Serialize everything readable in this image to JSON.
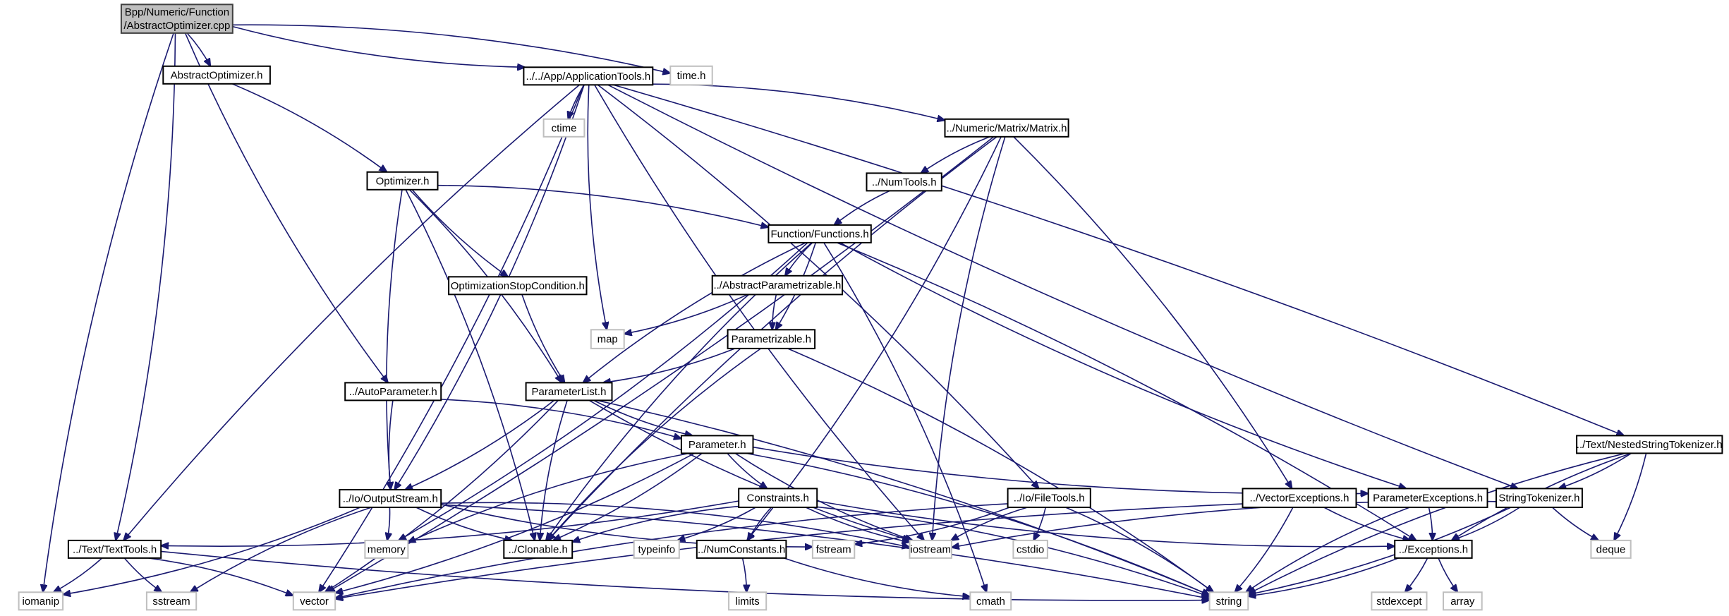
{
  "graph": {
    "title": "Include dependency graph for AbstractOptimizer.cpp",
    "colors": {
      "edge": "#191970",
      "root_fill": "#bfbfbf",
      "root_border": "#404040",
      "local_border": "#000000",
      "system_border": "#bfbfbf",
      "node_fill": "#ffffff"
    },
    "nodes": [
      {
        "id": "root",
        "label": [
          "Bpp/Numeric/Function",
          "/AbstractOptimizer.cpp"
        ],
        "kind": "root"
      },
      {
        "id": "absopt",
        "label": [
          "AbstractOptimizer.h"
        ],
        "kind": "local"
      },
      {
        "id": "apptools",
        "label": [
          "../../App/ApplicationTools.h"
        ],
        "kind": "local"
      },
      {
        "id": "timeh",
        "label": [
          "time.h"
        ],
        "kind": "system"
      },
      {
        "id": "ctime",
        "label": [
          "ctime"
        ],
        "kind": "system"
      },
      {
        "id": "matrix",
        "label": [
          "../Numeric/Matrix/Matrix.h"
        ],
        "kind": "local"
      },
      {
        "id": "numtools",
        "label": [
          "../NumTools.h"
        ],
        "kind": "local"
      },
      {
        "id": "optimizer",
        "label": [
          "Optimizer.h"
        ],
        "kind": "local"
      },
      {
        "id": "functions",
        "label": [
          "Function/Functions.h"
        ],
        "kind": "local"
      },
      {
        "id": "absparam",
        "label": [
          "../AbstractParametrizable.h"
        ],
        "kind": "local"
      },
      {
        "id": "optstop",
        "label": [
          "OptimizationStopCondition.h"
        ],
        "kind": "local"
      },
      {
        "id": "map",
        "label": [
          "map"
        ],
        "kind": "system"
      },
      {
        "id": "parametrizable",
        "label": [
          "Parametrizable.h"
        ],
        "kind": "local"
      },
      {
        "id": "autoparam",
        "label": [
          "../AutoParameter.h"
        ],
        "kind": "local"
      },
      {
        "id": "paramlist",
        "label": [
          "ParameterList.h"
        ],
        "kind": "local"
      },
      {
        "id": "parameter",
        "label": [
          "Parameter.h"
        ],
        "kind": "local"
      },
      {
        "id": "nested",
        "label": [
          "../Text/NestedStringTokenizer.h"
        ],
        "kind": "local"
      },
      {
        "id": "outstream",
        "label": [
          "../Io/OutputStream.h"
        ],
        "kind": "local"
      },
      {
        "id": "constraints",
        "label": [
          "Constraints.h"
        ],
        "kind": "local"
      },
      {
        "id": "filetools",
        "label": [
          "../Io/FileTools.h"
        ],
        "kind": "local"
      },
      {
        "id": "vecexc",
        "label": [
          "../VectorExceptions.h"
        ],
        "kind": "local"
      },
      {
        "id": "paramexc",
        "label": [
          "ParameterExceptions.h"
        ],
        "kind": "local"
      },
      {
        "id": "strtok",
        "label": [
          "StringTokenizer.h"
        ],
        "kind": "local"
      },
      {
        "id": "texttools",
        "label": [
          "../Text/TextTools.h"
        ],
        "kind": "local"
      },
      {
        "id": "memory",
        "label": [
          "memory"
        ],
        "kind": "system"
      },
      {
        "id": "clonable",
        "label": [
          "../Clonable.h"
        ],
        "kind": "local"
      },
      {
        "id": "typeinfo",
        "label": [
          "typeinfo"
        ],
        "kind": "system"
      },
      {
        "id": "numconst",
        "label": [
          "../NumConstants.h"
        ],
        "kind": "local"
      },
      {
        "id": "fstream",
        "label": [
          "fstream"
        ],
        "kind": "system"
      },
      {
        "id": "iostream",
        "label": [
          "iostream"
        ],
        "kind": "system"
      },
      {
        "id": "cstdio",
        "label": [
          "cstdio"
        ],
        "kind": "system"
      },
      {
        "id": "exceptions",
        "label": [
          "../Exceptions.h"
        ],
        "kind": "local"
      },
      {
        "id": "deque",
        "label": [
          "deque"
        ],
        "kind": "system"
      },
      {
        "id": "iomanip",
        "label": [
          "iomanip"
        ],
        "kind": "system"
      },
      {
        "id": "sstream",
        "label": [
          "sstream"
        ],
        "kind": "system"
      },
      {
        "id": "vector",
        "label": [
          "vector"
        ],
        "kind": "system"
      },
      {
        "id": "limits",
        "label": [
          "limits"
        ],
        "kind": "system"
      },
      {
        "id": "cmath",
        "label": [
          "cmath"
        ],
        "kind": "system"
      },
      {
        "id": "string",
        "label": [
          "string"
        ],
        "kind": "system"
      },
      {
        "id": "stdexcept",
        "label": [
          "stdexcept"
        ],
        "kind": "system"
      },
      {
        "id": "array",
        "label": [
          "array"
        ],
        "kind": "system"
      }
    ],
    "edges": [
      [
        "root",
        "absopt"
      ],
      [
        "root",
        "apptools"
      ],
      [
        "root",
        "timeh"
      ],
      [
        "root",
        "autoparam"
      ],
      [
        "root",
        "texttools"
      ],
      [
        "root",
        "iomanip"
      ],
      [
        "absopt",
        "optimizer"
      ],
      [
        "apptools",
        "ctime"
      ],
      [
        "apptools",
        "matrix"
      ],
      [
        "apptools",
        "map"
      ],
      [
        "apptools",
        "outstream"
      ],
      [
        "apptools",
        "texttools"
      ],
      [
        "apptools",
        "vector"
      ],
      [
        "apptools",
        "iostream"
      ],
      [
        "apptools",
        "filetools"
      ],
      [
        "apptools",
        "strtok"
      ],
      [
        "apptools",
        "nested"
      ],
      [
        "matrix",
        "numtools"
      ],
      [
        "matrix",
        "vector"
      ],
      [
        "matrix",
        "clonable"
      ],
      [
        "matrix",
        "numconst"
      ],
      [
        "matrix",
        "iostream"
      ],
      [
        "matrix",
        "vecexc"
      ],
      [
        "numtools",
        "functions"
      ],
      [
        "optimizer",
        "functions"
      ],
      [
        "optimizer",
        "optstop"
      ],
      [
        "optimizer",
        "paramlist"
      ],
      [
        "optimizer",
        "outstream"
      ],
      [
        "optimizer",
        "clonable"
      ],
      [
        "functions",
        "absparam"
      ],
      [
        "functions",
        "parametrizable"
      ],
      [
        "functions",
        "paramlist"
      ],
      [
        "functions",
        "memory"
      ],
      [
        "functions",
        "clonable"
      ],
      [
        "functions",
        "cmath"
      ],
      [
        "functions",
        "paramexc"
      ],
      [
        "functions",
        "exceptions"
      ],
      [
        "absparam",
        "parametrizable"
      ],
      [
        "absparam",
        "map"
      ],
      [
        "optstop",
        "paramlist"
      ],
      [
        "parametrizable",
        "paramlist"
      ],
      [
        "parametrizable",
        "clonable"
      ],
      [
        "parametrizable",
        "string"
      ],
      [
        "autoparam",
        "outstream"
      ],
      [
        "autoparam",
        "parameter"
      ],
      [
        "paramlist",
        "parameter"
      ],
      [
        "paramlist",
        "outstream"
      ],
      [
        "paramlist",
        "clonable"
      ],
      [
        "paramlist",
        "vector"
      ],
      [
        "paramlist",
        "iostream"
      ],
      [
        "paramlist",
        "string"
      ],
      [
        "parameter",
        "constraints"
      ],
      [
        "parameter",
        "clonable"
      ],
      [
        "parameter",
        "memory"
      ],
      [
        "parameter",
        "vector"
      ],
      [
        "parameter",
        "iostream"
      ],
      [
        "parameter",
        "string"
      ],
      [
        "parameter",
        "paramexc"
      ],
      [
        "nested",
        "strtok"
      ],
      [
        "nested",
        "exceptions"
      ],
      [
        "nested",
        "deque"
      ],
      [
        "nested",
        "string"
      ],
      [
        "outstream",
        "memory"
      ],
      [
        "outstream",
        "clonable"
      ],
      [
        "outstream",
        "iomanip"
      ],
      [
        "outstream",
        "sstream"
      ],
      [
        "outstream",
        "string"
      ],
      [
        "outstream",
        "fstream"
      ],
      [
        "outstream",
        "iostream"
      ],
      [
        "constraints",
        "clonable"
      ],
      [
        "constraints",
        "typeinfo"
      ],
      [
        "constraints",
        "numconst"
      ],
      [
        "constraints",
        "texttools"
      ],
      [
        "constraints",
        "iostream"
      ],
      [
        "constraints",
        "string"
      ],
      [
        "constraints",
        "exceptions"
      ],
      [
        "filetools",
        "fstream"
      ],
      [
        "filetools",
        "iostream"
      ],
      [
        "filetools",
        "cstdio"
      ],
      [
        "filetools",
        "vector"
      ],
      [
        "filetools",
        "string"
      ],
      [
        "vecexc",
        "exceptions"
      ],
      [
        "vecexc",
        "string"
      ],
      [
        "vecexc",
        "vector"
      ],
      [
        "paramexc",
        "exceptions"
      ],
      [
        "paramexc",
        "string"
      ],
      [
        "strtok",
        "exceptions"
      ],
      [
        "strtok",
        "deque"
      ],
      [
        "strtok",
        "string"
      ],
      [
        "strtok",
        "iostream"
      ],
      [
        "texttools",
        "iomanip"
      ],
      [
        "texttools",
        "sstream"
      ],
      [
        "texttools",
        "vector"
      ],
      [
        "texttools",
        "string"
      ],
      [
        "numconst",
        "limits"
      ],
      [
        "numconst",
        "cmath"
      ],
      [
        "exceptions",
        "stdexcept"
      ],
      [
        "exceptions",
        "array"
      ],
      [
        "exceptions",
        "string"
      ]
    ]
  }
}
